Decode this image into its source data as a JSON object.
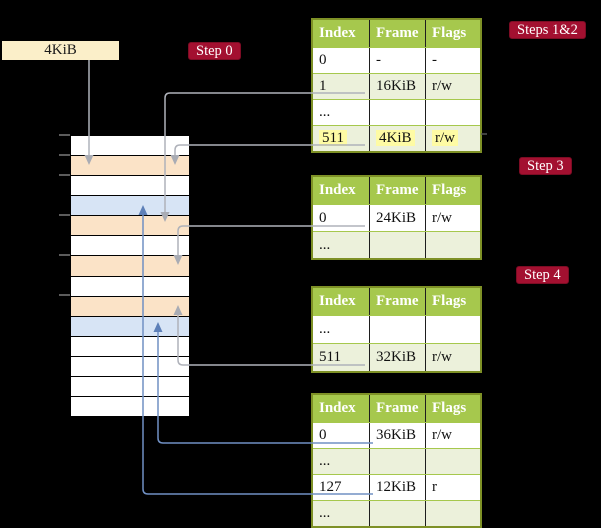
{
  "figure": {
    "frame_label": {
      "text": "4KiB"
    },
    "step_labels": [
      {
        "id": "step0",
        "text": "Step 0"
      },
      {
        "id": "steps12",
        "text": "Steps 1&2"
      },
      {
        "id": "step3",
        "text": "Step 3"
      },
      {
        "id": "step4",
        "text": "Step 4"
      }
    ]
  },
  "memory_stack": {
    "rows": [
      {
        "color": "white"
      },
      {
        "color": "peach"
      },
      {
        "color": "white"
      },
      {
        "color": "blue"
      },
      {
        "color": "peach"
      },
      {
        "color": "white"
      },
      {
        "color": "peach"
      },
      {
        "color": "white"
      },
      {
        "color": "peach"
      },
      {
        "color": "blue"
      },
      {
        "color": "white"
      },
      {
        "color": "white"
      },
      {
        "color": "white"
      },
      {
        "color": "white"
      }
    ]
  },
  "page_tables": [
    {
      "columns": [
        "Index",
        "Frame",
        "Flags"
      ],
      "rows": [
        {
          "index": "0",
          "frame": "-",
          "flags": "-",
          "bg": "white",
          "highlight": false
        },
        {
          "index": "1",
          "frame": "16KiB",
          "flags": "r/w",
          "bg": "green",
          "highlight": false
        },
        {
          "index": "...",
          "frame": "",
          "flags": "",
          "bg": "white",
          "highlight": false
        },
        {
          "index": "511",
          "frame": "4KiB",
          "flags": "r/w",
          "bg": "green",
          "highlight": true
        }
      ]
    },
    {
      "columns": [
        "Index",
        "Frame",
        "Flags"
      ],
      "rows": [
        {
          "index": "0",
          "frame": "24KiB",
          "flags": "r/w",
          "bg": "white",
          "highlight": false
        },
        {
          "index": "...",
          "frame": "",
          "flags": "",
          "bg": "green",
          "highlight": false
        }
      ]
    },
    {
      "columns": [
        "Index",
        "Frame",
        "Flags"
      ],
      "rows": [
        {
          "index": "...",
          "frame": "",
          "flags": "",
          "bg": "white",
          "highlight": false
        },
        {
          "index": "511",
          "frame": "32KiB",
          "flags": "r/w",
          "bg": "green",
          "highlight": false
        }
      ]
    },
    {
      "columns": [
        "Index",
        "Frame",
        "Flags"
      ],
      "rows": [
        {
          "index": "0",
          "frame": "36KiB",
          "flags": "r/w",
          "bg": "white",
          "highlight": false
        },
        {
          "index": "...",
          "frame": "",
          "flags": "",
          "bg": "green",
          "highlight": false
        },
        {
          "index": "127",
          "frame": "12KiB",
          "flags": "r",
          "bg": "white",
          "highlight": false
        },
        {
          "index": "...",
          "frame": "",
          "flags": "",
          "bg": "green",
          "highlight": false
        }
      ]
    }
  ],
  "connectors": [
    {
      "from": "frame-size-label",
      "to": "memory-row-4KiB",
      "color": "gray"
    },
    {
      "from": "table1-entry-1-16KiB",
      "to": "memory-row-16KiB",
      "color": "gray"
    },
    {
      "from": "table1-entry-511-4KiB",
      "to": "memory-row-4KiB",
      "color": "gray"
    },
    {
      "from": "table2-entry-0-24KiB",
      "to": "memory-row-24KiB",
      "color": "gray"
    },
    {
      "from": "table3-entry-511-32KiB",
      "to": "memory-row-32KiB",
      "color": "gray"
    },
    {
      "from": "table4-entry-0-36KiB",
      "to": "memory-row-36KiB",
      "color": "blue"
    },
    {
      "from": "table4-entry-127-12KiB",
      "to": "memory-row-12KiB",
      "color": "blue"
    }
  ],
  "colors": {
    "background": "#000000",
    "table_header_green": "#A6C84D",
    "table_border_olive": "#7E9126",
    "row_light_green": "#ECF1DB",
    "row_white": "#FFFFFF",
    "memory_peach": "#FBE3C7",
    "memory_blue": "#D7E4F5",
    "frame_label_cream": "#FBEFC9",
    "step_label_red": "#A31030",
    "highlight_yellow": "#FEFBA4",
    "connector_gray": "#AFB2BA",
    "connector_blue": "#7090C4"
  }
}
